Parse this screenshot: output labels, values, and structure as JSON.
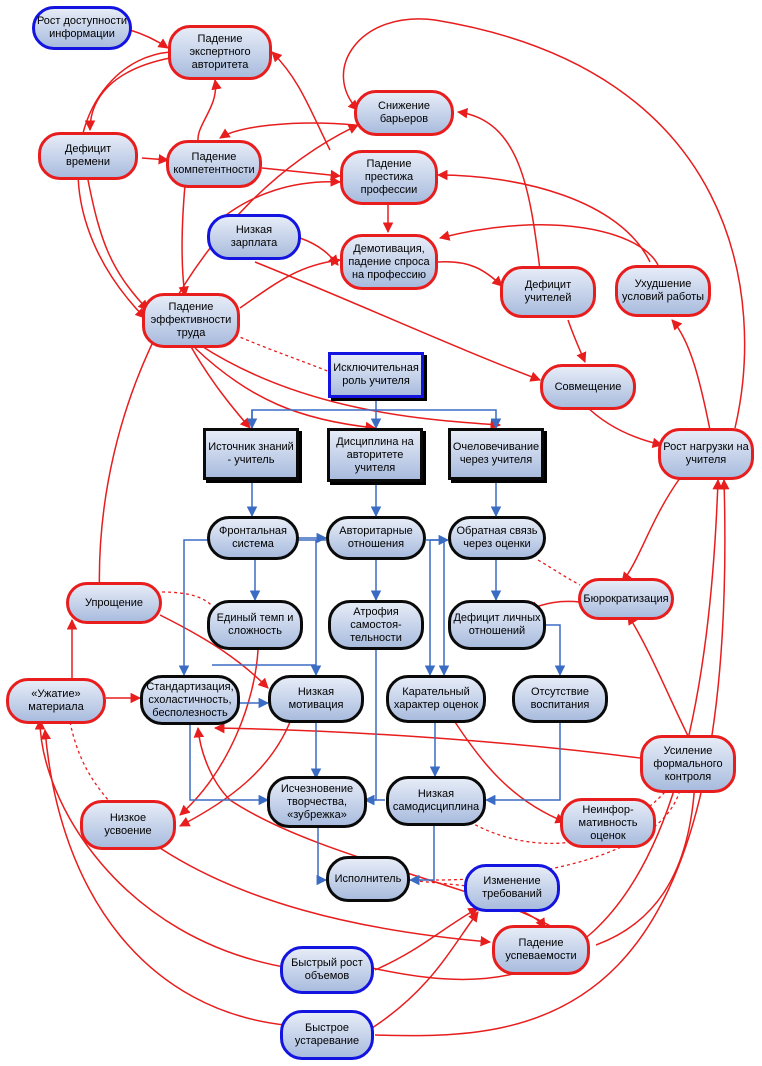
{
  "colors": {
    "red": "#e81d1d",
    "blue": "#1414e0",
    "black": "#0a0a0a",
    "link_blue": "#3b6cc4"
  },
  "nodes": {
    "rost_dostupnosti": "Рост доступности\nинформации",
    "padenie_ekspertnogo": "Падение\nэкспертного\nавторитета",
    "snizhenie_barierov": "Снижение\nбарьеров",
    "deficit_vremeni": "Дефицит\nвремени",
    "padenie_kompetentnosti": "Падение\nкомпетентности",
    "padenie_prestizha": "Падение\nпрестижа\nпрофессии",
    "nizkaya_zarplata": "Низкая\nзарплата",
    "demotivaciya": "Демотивация,\nпадение спроса\nна профессию",
    "deficit_uchiteley": "Дефицит\nучителей",
    "ukhudshenie": "Ухудшение\nусловий работы",
    "padenie_effektivnosti": "Падение\nэффективности\nтруда",
    "isklyuchitelnaya": "Исключительная\nроль учителя",
    "sovmeshchenie": "Совмещение",
    "istochnik": "Источник знаний\n- учитель",
    "disciplina": "Дисциплина на\nавторитете\nучителя",
    "ochelovechivanie": "Очеловечивание\nчерез учителя",
    "rost_nagruzki": "Рост нагрузки на\nучителя",
    "frontalnaya": "Фронтальная\nсистема",
    "avtoritarnye": "Авторитарные\nотношения",
    "obratnaya_svyaz": "Обратная связь\nчерез оценки",
    "uproshchenie": "Упрощение",
    "edinyy_temp": "Единый темп и\nсложность",
    "atrofiya": "Атрофия\nсамостоя-\nтельности",
    "deficit_lichnykh": "Дефицит личных\nотношений",
    "byurokratizaciya": "Бюрократизация",
    "uzhatie": "«Ужатие»\nматериала",
    "standartizaciya": "Стандартизация,\nсхоластичность,\nбесполезность",
    "nizkaya_motivaciya": "Низкая\nмотивация",
    "karatelnyy": "Карательный\nхарактер оценок",
    "otsutstvie": "Отсутствие\nвоспитания",
    "usilenie": "Усиление\nформального\nконтроля",
    "nizkoe_usvoenie": "Низкое\nусвоение",
    "ischeznovenie": "Исчезновение\nтворчества,\n«зубрежка»",
    "nizkaya_samodisciplina": "Низкая\nсамодисциплина",
    "neinformativnost": "Неинфор-\nмативность\nоценок",
    "ispolnitel": "Исполнитель",
    "izmenenie_trebovaniy": "Изменение\nтребований",
    "padenie_uspevaemosti": "Падение\nуспеваемости",
    "bystryy_rost": "Быстрый рост\nобъемов",
    "bystroe_ustarevanie": "Быстрое\nустаревание"
  }
}
